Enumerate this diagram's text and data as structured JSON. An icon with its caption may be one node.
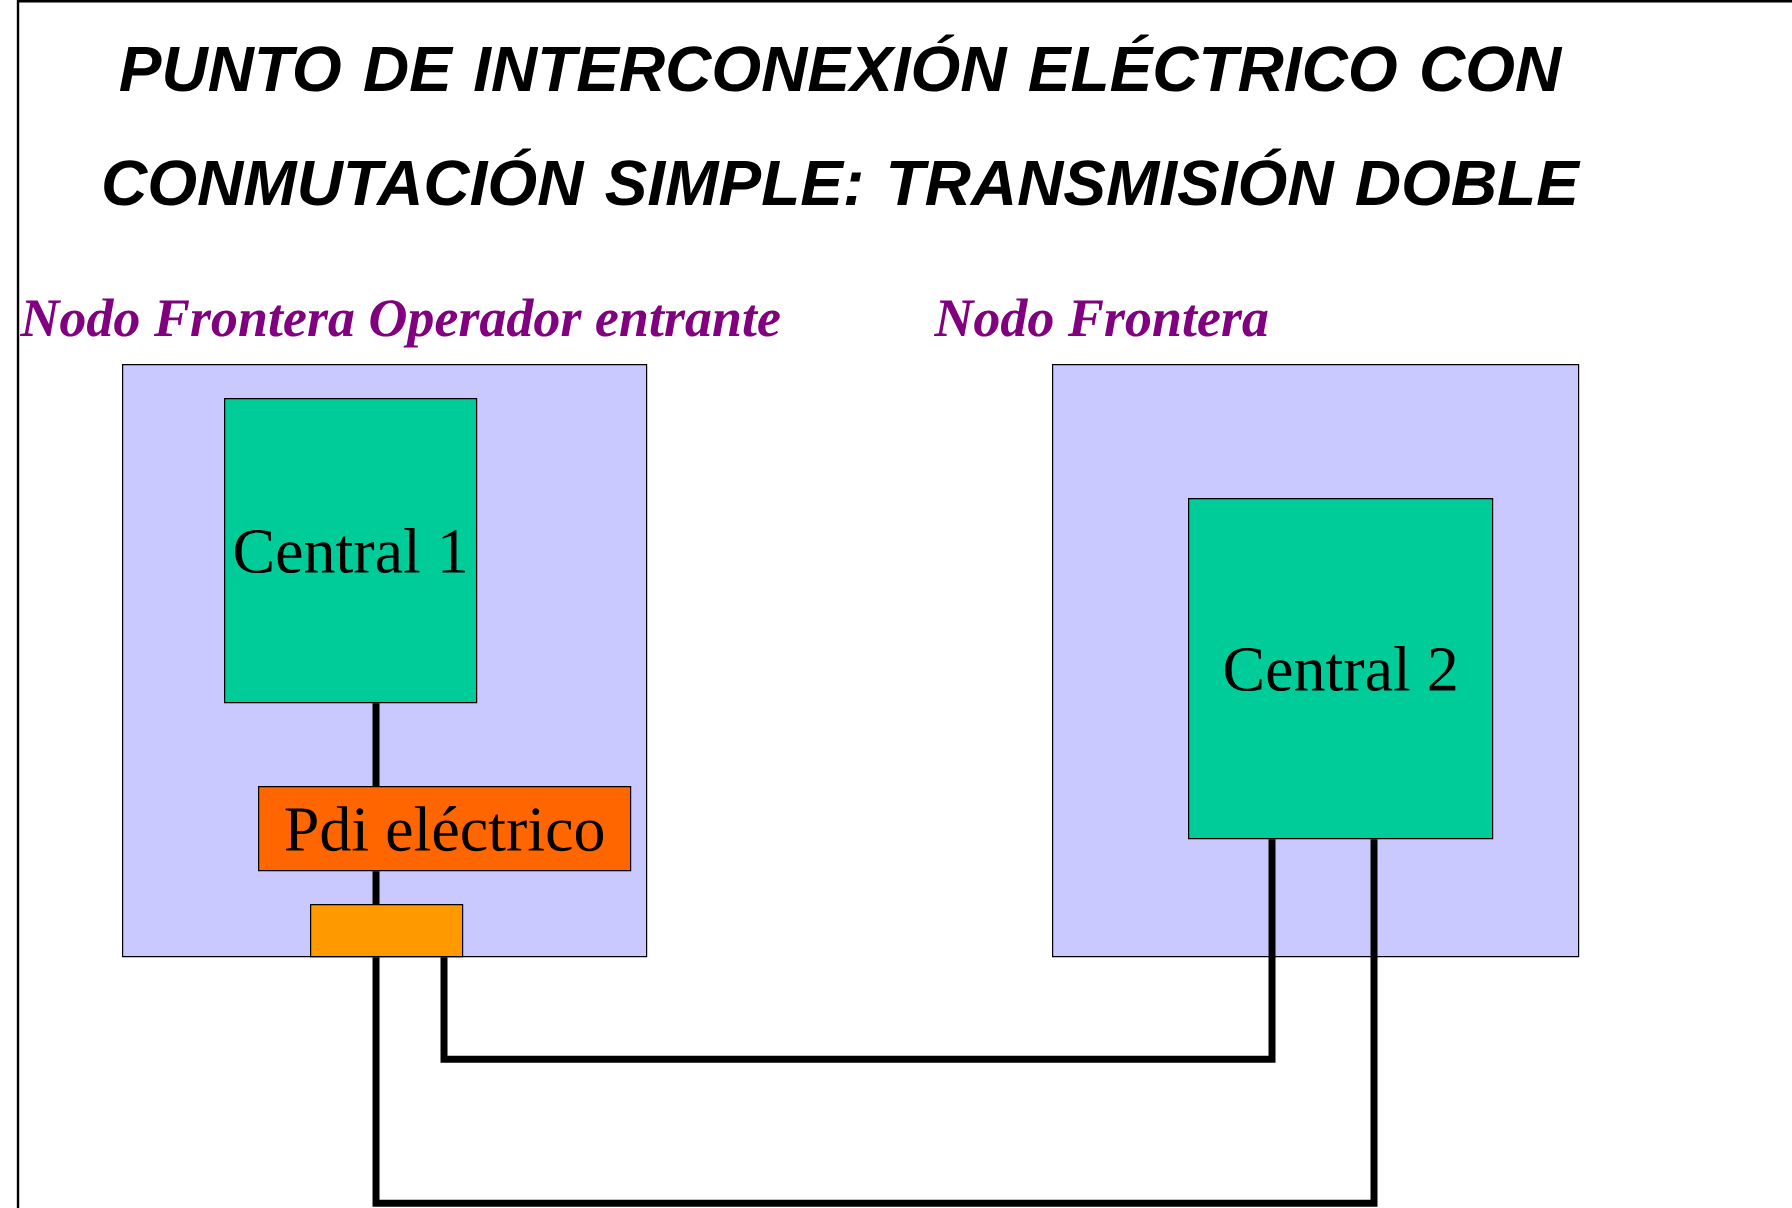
{
  "diagram": {
    "title": "PUNTO DE INTERCONEXIÓN ELÉCTRICO CON CONMUTACIÓN SIMPLE: TRANSMISIÓN DOBLE",
    "nodes": [
      {
        "text": [
          "Nodo Frontera Operador entrante"
        ]
      },
      {
        "text": [
          "Central 1"
        ],
        "in": 0
      },
      {
        "text": [
          "Pdi eléctrico"
        ],
        "in": 0
      },
      {
        "text": [],
        "shape": "box",
        "in": 0
      },
      {
        "text": [
          "Nodo Frontera"
        ]
      },
      {
        "text": [
          "Central 2"
        ],
        "in": 4
      }
    ],
    "edges": [
      {
        "from": 1,
        "to": 2,
        "arrow": "none"
      },
      {
        "from": 2,
        "to": 3,
        "arrow": "none"
      },
      {
        "from": 3,
        "to": 5,
        "arrow": "none"
      },
      {
        "from": 3,
        "to": 5,
        "arrow": "none"
      }
    ]
  }
}
